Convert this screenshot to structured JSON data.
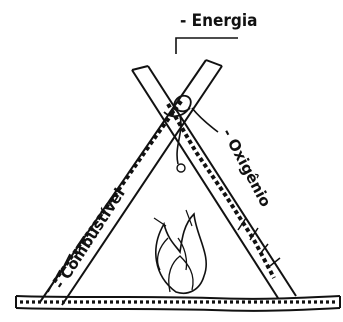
{
  "diagram": {
    "labels": {
      "top": "- Energia",
      "right": "- Oxigênio",
      "left": "- Combustível"
    },
    "colors": {
      "ink": "#111111",
      "paper": "#ffffff"
    },
    "icons": {
      "flame": "flame-icon"
    }
  }
}
